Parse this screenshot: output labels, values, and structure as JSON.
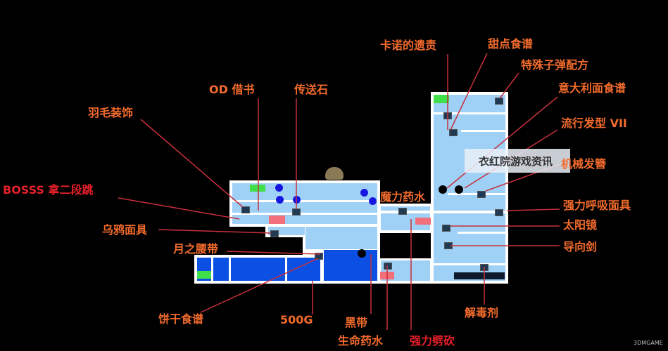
{
  "map": {
    "watermark": "衣红院游戏资讯",
    "site_logo": "3DMGAME",
    "colors": {
      "label": "#f26b2c",
      "boss_label": "#e8202a",
      "leader_line": "#c8303c",
      "room": "#9fd0f6",
      "water_room": "#0b4fe3",
      "save_room": "#3fe04a",
      "warp_room": "#f2707a"
    }
  },
  "labels": [
    {
      "id": "kano",
      "text": "卡诺的遗责"
    },
    {
      "id": "dessert",
      "text": "甜点食谱"
    },
    {
      "id": "bullet",
      "text": "特殊子弹配方"
    },
    {
      "id": "od",
      "text": "OD 借书"
    },
    {
      "id": "warpstone",
      "text": "传送石"
    },
    {
      "id": "pasta",
      "text": "意大利面食谱"
    },
    {
      "id": "feather",
      "text": "羽毛装饰"
    },
    {
      "id": "hair",
      "text": "流行发型 VII"
    },
    {
      "id": "hairpin",
      "text": "机械发簪"
    },
    {
      "id": "boss",
      "text": "BOSSS 拿二段跳"
    },
    {
      "id": "mana",
      "text": "魔力药水"
    },
    {
      "id": "mask",
      "text": "强力呼吸面具"
    },
    {
      "id": "crow",
      "text": "乌鸦面具"
    },
    {
      "id": "sunglasses",
      "text": "太阳镜"
    },
    {
      "id": "moonbelt",
      "text": "月之腰带"
    },
    {
      "id": "sword",
      "text": "导向剑"
    },
    {
      "id": "antidote",
      "text": "解毒剂"
    },
    {
      "id": "cookie",
      "text": "饼干食谱"
    },
    {
      "id": "gold",
      "text": "500G"
    },
    {
      "id": "blackbelt",
      "text": "黑带"
    },
    {
      "id": "potion",
      "text": "生命药水"
    },
    {
      "id": "slash",
      "text": "强力劈砍"
    }
  ]
}
